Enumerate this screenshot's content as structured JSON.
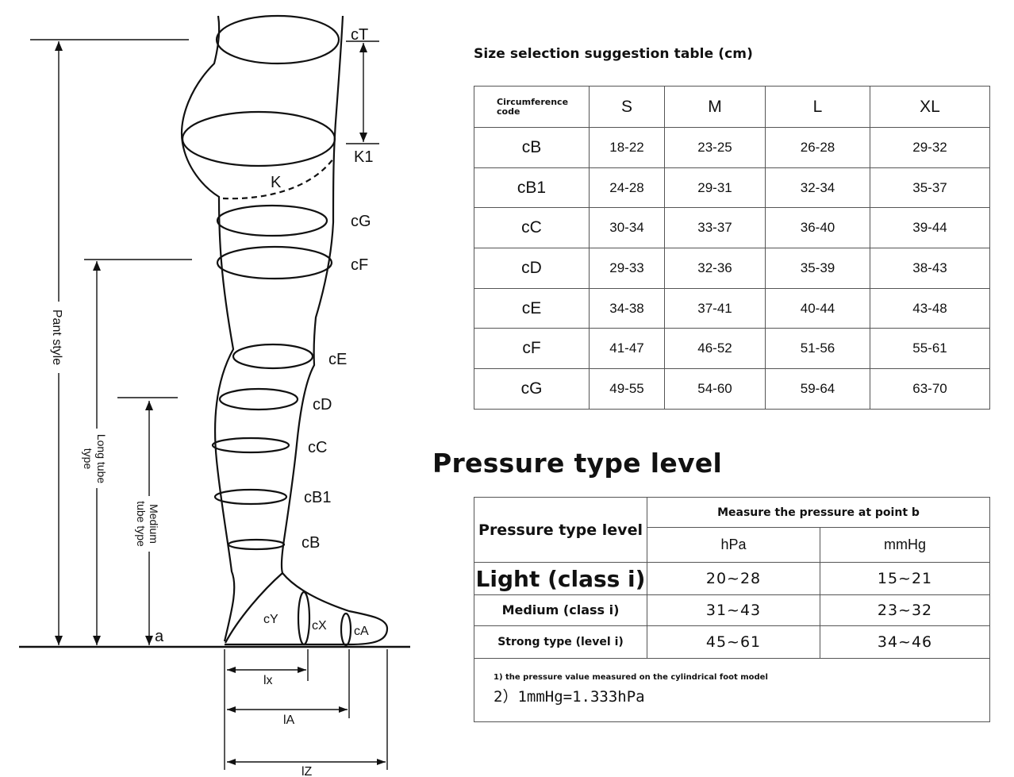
{
  "diagram": {
    "labels": {
      "cT": "cT",
      "K1": "K1",
      "K": "K",
      "cG": "cG",
      "cF": "cF",
      "cE": "cE",
      "cD": "cD",
      "cC": "cC",
      "cB1": "cB1",
      "cB": "cB",
      "a": "a",
      "cY": "cY",
      "cX": "cX",
      "cA": "cA",
      "lx": "lx",
      "lA": "lA",
      "lZ": "lZ"
    },
    "side_labels": {
      "pant": "Pant style",
      "long_line1": "Long tube",
      "long_line2": "type",
      "medium_line1": "Medium",
      "medium_line2": "tube type"
    }
  },
  "size_table": {
    "title": "Size selection suggestion table (cm)",
    "code_header_line1": "Circumference",
    "code_header_line2": "code",
    "sizes": [
      "S",
      "M",
      "L",
      "XL"
    ],
    "rows": [
      {
        "code": "cB",
        "values": [
          "18-22",
          "23-25",
          "26-28",
          "29-32"
        ]
      },
      {
        "code": "cB1",
        "values": [
          "24-28",
          "29-31",
          "32-34",
          "35-37"
        ]
      },
      {
        "code": "cC",
        "values": [
          "30-34",
          "33-37",
          "36-40",
          "39-44"
        ]
      },
      {
        "code": "cD",
        "values": [
          "29-33",
          "32-36",
          "35-39",
          "38-43"
        ]
      },
      {
        "code": "cE",
        "values": [
          "34-38",
          "37-41",
          "40-44",
          "43-48"
        ]
      },
      {
        "code": "cF",
        "values": [
          "41-47",
          "46-52",
          "51-56",
          "55-61"
        ]
      },
      {
        "code": "cG",
        "values": [
          "49-55",
          "54-60",
          "59-64",
          "63-70"
        ]
      }
    ]
  },
  "pressure": {
    "heading": "Pressure type level",
    "level_header": "Pressure type level",
    "measure_header": "Measure the pressure at point b",
    "units": [
      "hPa",
      "mmHg"
    ],
    "rows": [
      {
        "label": "Light (class i)",
        "hpa": "20~28",
        "mmhg": "15~21"
      },
      {
        "label": "Medium (class i)",
        "hpa": "31~43",
        "mmhg": "23~32"
      },
      {
        "label": "Strong type (level i)",
        "hpa": "45~61",
        "mmhg": "34~46"
      }
    ],
    "note1": "1) the pressure value measured on the cylindrical foot model",
    "note2": "2）1mmHg=1.333hPa"
  }
}
